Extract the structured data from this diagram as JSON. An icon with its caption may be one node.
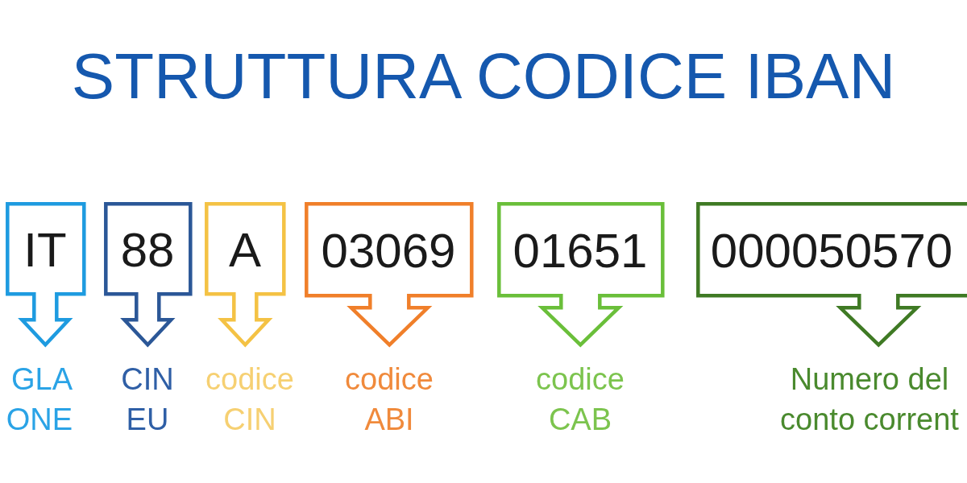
{
  "diagram": {
    "title": "STRUTTURA CODICE IBAN",
    "nodes": [
      {
        "text": [
          "IT"
        ],
        "beside": [
          "GLA ONE"
        ]
      },
      {
        "text": [
          "88"
        ],
        "beside": [
          "CIN EU"
        ]
      },
      {
        "text": [
          "A"
        ],
        "beside": [
          "codice CIN"
        ]
      },
      {
        "text": [
          "03069"
        ],
        "beside": [
          "codice ABI"
        ]
      },
      {
        "text": [
          "01651"
        ],
        "beside": [
          "codice CAB"
        ]
      },
      {
        "text": [
          "000050570"
        ],
        "beside": [
          "Numero del conto corrent"
        ]
      }
    ]
  }
}
